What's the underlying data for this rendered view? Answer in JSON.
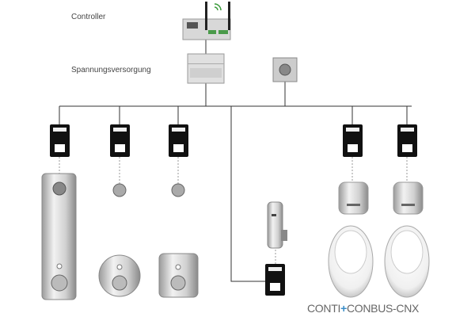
{
  "labels": {
    "controller": "Controller",
    "power_supply": "Spannungsversorgung"
  },
  "brand": {
    "left": "CONTI",
    "plus": "+",
    "right": "CONBUS-CNX"
  },
  "colors": {
    "line": "#333333",
    "module": "#111111",
    "brand_accent": "#3a8dc8"
  }
}
